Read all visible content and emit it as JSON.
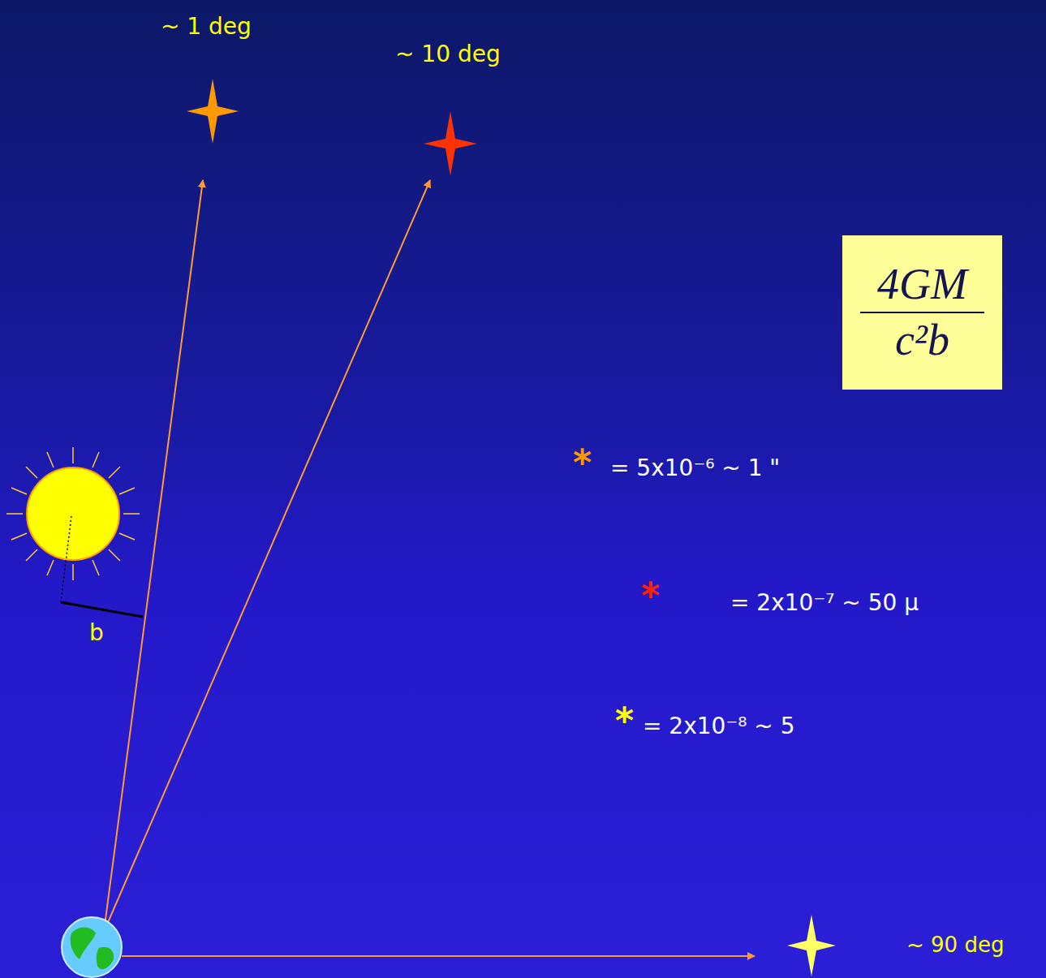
{
  "diagram": {
    "nodes": [
      {
        "text": [
          "4GM",
          "c²b"
        ]
      }
    ],
    "labels": [
      "~ 1 deg",
      "~ 10 deg",
      "b",
      "*",
      "= 5x10⁻⁶ ~ 1 \"",
      "*",
      "= 2x10⁻⁷ ~ 50 µ",
      "*",
      "= 2x10⁻⁸ ~ 5",
      "~ 90 deg"
    ]
  }
}
